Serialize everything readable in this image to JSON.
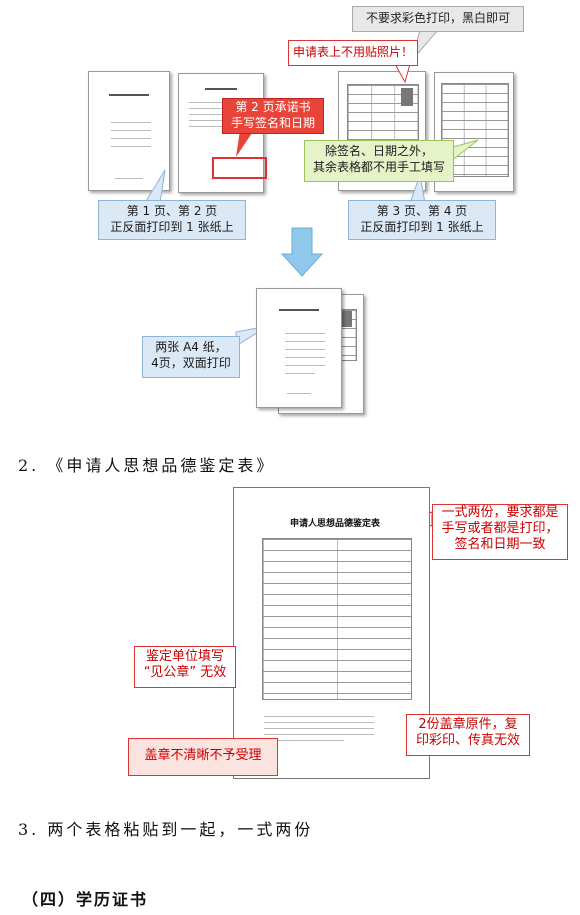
{
  "callouts": {
    "no_color": "不要求彩色打印，黑白即可",
    "no_photo": "申请表上不用贴照片！",
    "page2_sign_line1": "第 2 页承诺书",
    "page2_sign_line2": "手写签名和日期",
    "except_sign_line1": "除签名、日期之外，",
    "except_sign_line2": "其余表格都不用手工填写",
    "pages12_line1": "第 1 页、第 2 页",
    "pages12_line2": "正反面打印到 1 张纸上",
    "pages34_line1": "第 3 页、第 4 页",
    "pages34_line2": "正反面打印到 1 张纸上",
    "two_a4_line1": "两张 A4 纸，",
    "two_a4_line2": "4页，双面打印",
    "two_copies_line1": "一式两份，要求都是",
    "two_copies_line2": "手写或者都是打印，",
    "two_copies_line3": "签名和日期一致",
    "unit_fill_line1": "鉴定单位填写",
    "unit_fill_line2": "“见公章” 无效",
    "stamp_unclear": "盖章不清晰不予受理",
    "original_stamp_line1": "2份盖章原件，复",
    "original_stamp_line2": "印彩印、传真无效"
  },
  "doc": {
    "form_title": "申请人思想品德鉴定表",
    "section2": "2. 《申请人思想品德鉴定表》",
    "section3": "3. 两个表格粘贴到一起，一式两份",
    "section4": "（四）学历证书"
  },
  "colors": {
    "arrow_blue": "#8fc8ea",
    "red": "#d9302a",
    "blue_fill": "#dbe9f6",
    "green_fill": "#e6f3c8"
  }
}
